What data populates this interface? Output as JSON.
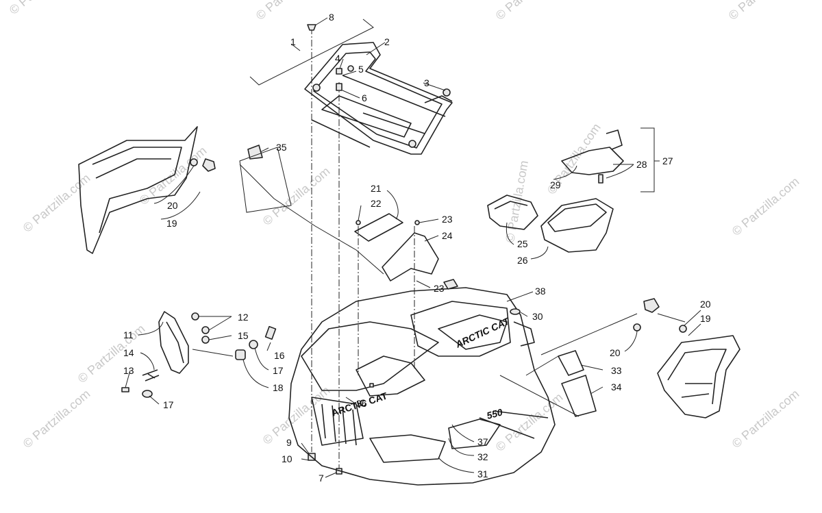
{
  "watermark": "© Partzilla.com",
  "callouts": {
    "c1": "1",
    "c2": "2",
    "c3": "3",
    "c4": "4",
    "c5": "5",
    "c6": "6",
    "c7": "7",
    "c8": "8",
    "c9": "9",
    "c10": "10",
    "c11": "11",
    "c12": "12",
    "c13": "13",
    "c14": "14",
    "c15": "15",
    "c16": "16",
    "c17a": "17",
    "c17b": "17",
    "c18": "18",
    "c19a": "19",
    "c19b": "19",
    "c20a": "20",
    "c20b": "20",
    "c20c": "20",
    "c21": "21",
    "c22": "22",
    "c23a": "23",
    "c23b": "23",
    "c24": "24",
    "c25": "25",
    "c26": "26",
    "c27": "27",
    "c28": "28",
    "c29": "29",
    "c30": "30",
    "c31": "31",
    "c32": "32",
    "c33": "33",
    "c34": "34",
    "c35": "35",
    "c36": "36",
    "c37": "37",
    "c38": "38"
  },
  "decals": {
    "hood_logo": "ARCTIC CAT",
    "side_badge": "550",
    "front_logo": "ARCTIC CAT"
  },
  "colors": {
    "line": "#222222",
    "watermark": "#c8c8c8",
    "fill": "#e9e9e9"
  }
}
